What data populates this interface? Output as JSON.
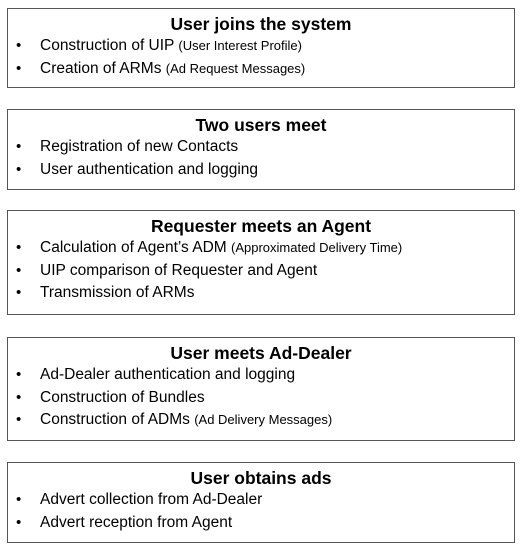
{
  "bullet_char": "•",
  "boxes": [
    {
      "title": "User joins the system",
      "items": [
        {
          "main": "Construction of UIP ",
          "note": "(User Interest Profile)"
        },
        {
          "main": "Creation of ARMs ",
          "note": "(Ad Request Messages)"
        }
      ]
    },
    {
      "title": "Two users meet",
      "items": [
        {
          "main": "Registration of new Contacts",
          "note": ""
        },
        {
          "main": "User authentication and logging",
          "note": ""
        }
      ]
    },
    {
      "title": "Requester meets an Agent",
      "items": [
        {
          "main": "Calculation of Agent’s ADM ",
          "note": "(Approximated Delivery Time)"
        },
        {
          "main": "UIP comparison of Requester and Agent",
          "note": ""
        },
        {
          "main": "Transmission of ARMs",
          "note": ""
        }
      ]
    },
    {
      "title": "User meets Ad-Dealer",
      "items": [
        {
          "main": "Ad-Dealer authentication and logging",
          "note": ""
        },
        {
          "main": "Construction of Bundles",
          "note": ""
        },
        {
          "main": "Construction of ADMs ",
          "note": "(Ad Delivery Messages)"
        }
      ]
    },
    {
      "title": "User obtains ads",
      "items": [
        {
          "main": "Advert collection from Ad-Dealer",
          "note": ""
        },
        {
          "main": "Advert reception from Agent",
          "note": ""
        }
      ]
    }
  ]
}
